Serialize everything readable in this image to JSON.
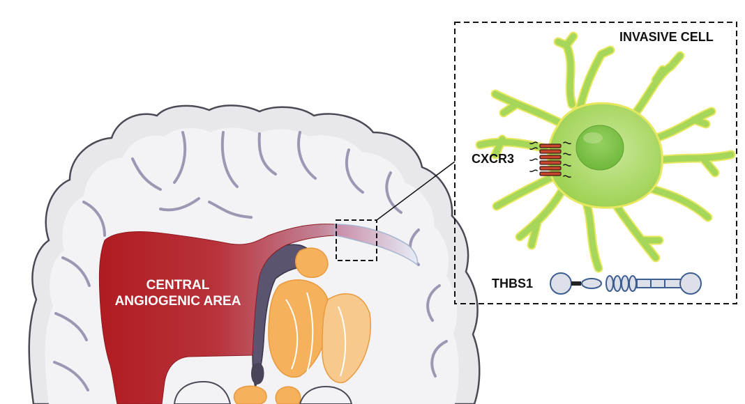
{
  "labels": {
    "central_area_line1": "CENTRAL",
    "central_area_line2": "ANGIOGENIC AREA",
    "invasive_cell": "INVASIVE CELL",
    "receptor": "CXCR3",
    "ligand": "THBS1"
  },
  "colors": {
    "tumor_core": "#b01c22",
    "tumor_edge": "#c9a6c4",
    "brain_gray": "#e8e8ec",
    "brain_outline": "#4a4a55",
    "sulci": "#9d97b3",
    "basal_ganglia": "#f5b15c",
    "cell_green": "#a6d65a",
    "cell_outline": "#e8e860",
    "nucleus": "#7cc044",
    "receptor_red": "#c8452e",
    "thbs1_blue": "#3b5d8f",
    "thbs1_fill": "#dde0e8"
  },
  "icons": {
    "receptor": "transmembrane-receptor-icon",
    "ligand": "thbs1-protein-icon"
  }
}
